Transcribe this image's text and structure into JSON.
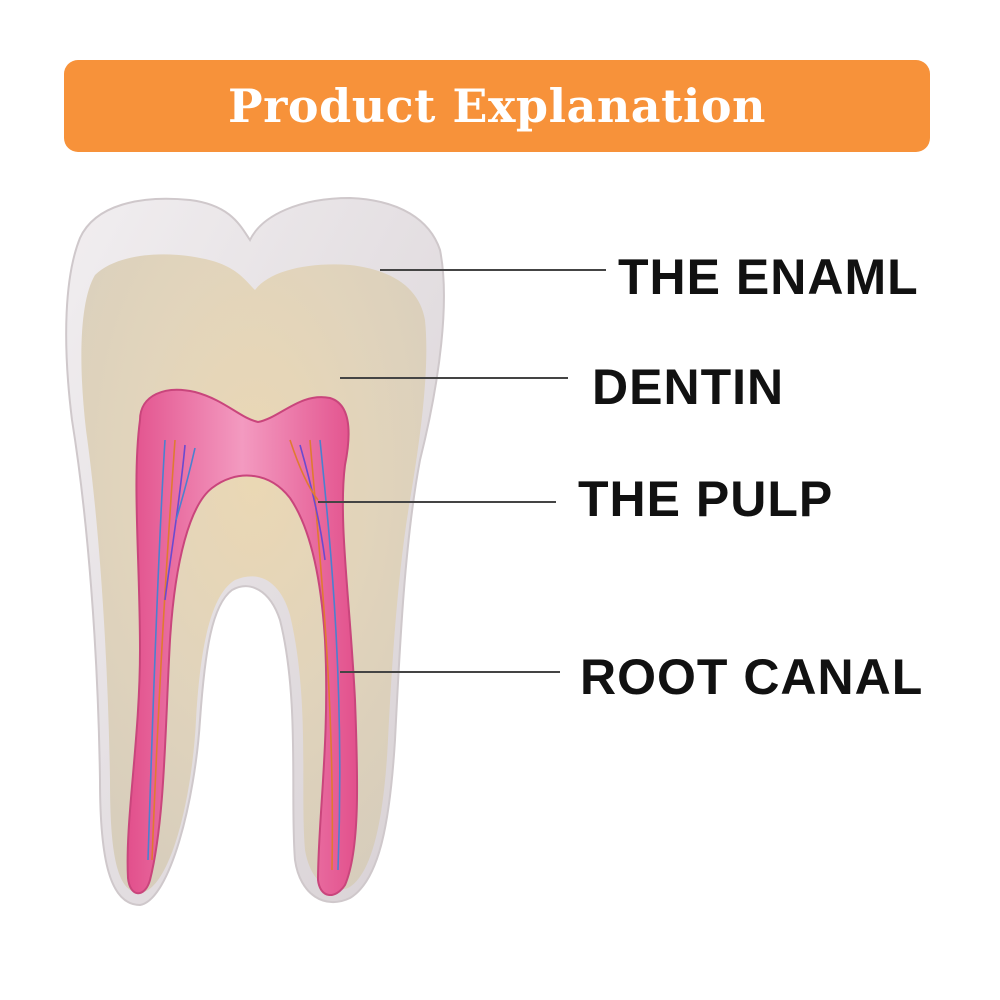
{
  "banner": {
    "title": "Product Explanation",
    "color": "#F7923A"
  },
  "labels": [
    {
      "text": "THE ENAML"
    },
    {
      "text": "DENTIN"
    },
    {
      "text": "THE PULP"
    },
    {
      "text": "ROOT CANAL"
    }
  ],
  "colors": {
    "enamel": "#E6E2E4",
    "dentin": "#E2D5BC",
    "pulp": "#E8609A",
    "line": "#444444"
  }
}
